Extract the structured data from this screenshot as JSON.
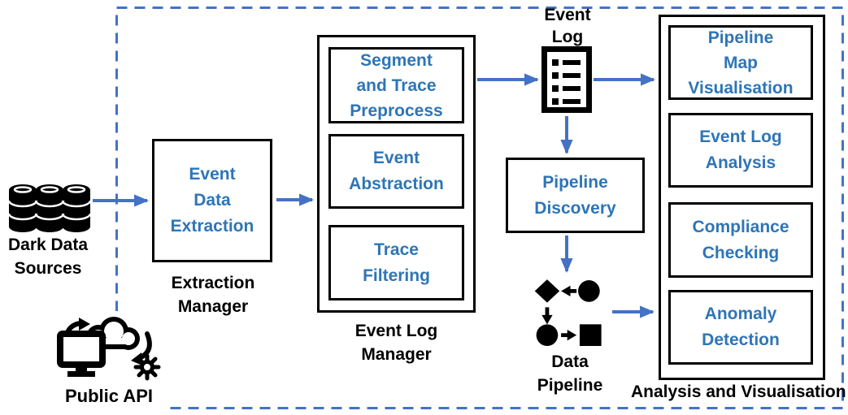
{
  "colors": {
    "node_text_blue": "#2E75B6",
    "arrow_blue": "#4472C4",
    "boundary_dash_blue": "#4472C4",
    "box_border_black": "#000000",
    "background": "#ffffff"
  },
  "nodes": {
    "dark_data_sources": {
      "lines": [
        "Dark Data",
        "Sources"
      ]
    },
    "event_data_extraction": {
      "lines": [
        "Event",
        "Data",
        "Extraction"
      ]
    },
    "extraction_manager": {
      "lines": [
        "Extraction",
        "Manager"
      ]
    },
    "segment_trace_preprocess": {
      "lines": [
        "Segment",
        "and Trace",
        "Preprocess"
      ]
    },
    "event_abstraction": {
      "lines": [
        "Event",
        "Abstraction"
      ]
    },
    "trace_filtering": {
      "lines": [
        "Trace",
        "Filtering"
      ]
    },
    "event_log_manager": {
      "lines": [
        "Event Log",
        "Manager"
      ]
    },
    "event_log": {
      "lines": [
        "Event",
        "Log"
      ]
    },
    "pipeline_discovery": {
      "lines": [
        "Pipeline",
        "Discovery"
      ]
    },
    "data_pipeline": {
      "lines": [
        "Data",
        "Pipeline"
      ]
    },
    "pipeline_map_visualisation": {
      "lines": [
        "Pipeline",
        "Map",
        "Visualisation"
      ]
    },
    "event_log_analysis": {
      "lines": [
        "Event Log",
        "Analysis"
      ]
    },
    "compliance_checking": {
      "lines": [
        "Compliance",
        "Checking"
      ]
    },
    "anomaly_detection": {
      "lines": [
        "Anomaly",
        "Detection"
      ]
    },
    "analysis_and_visualisation": {
      "label": "Analysis and Visualisation"
    },
    "public_api": {
      "label": "Public API"
    }
  },
  "icons": {
    "dark_data_sources": "database-stack-icon",
    "event_log": "document-list-icon",
    "data_pipeline": "flowchart-icon",
    "public_api": "cloud-computer-gear-icon"
  }
}
